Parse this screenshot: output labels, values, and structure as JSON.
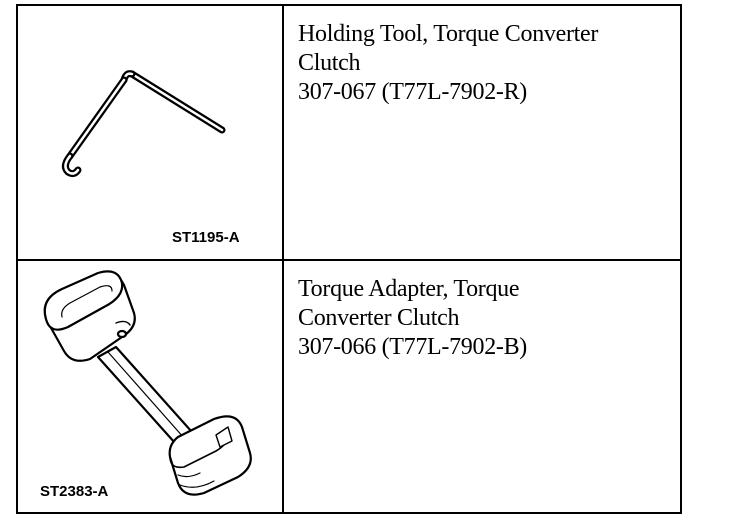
{
  "tools": [
    {
      "illustration_code": "ST1195-A",
      "illustration_icon": "l-shaped-hex-wrench-icon",
      "description_lines": [
        "Holding Tool, Torque Converter",
        "Clutch",
        "307-067 (T77L-7902-R)"
      ]
    },
    {
      "illustration_code": "ST2383-A",
      "illustration_icon": "torque-adapter-icon",
      "description_lines": [
        "Torque Adapter, Torque",
        "Converter Clutch",
        "307-066 (T77L-7902-B)"
      ]
    }
  ]
}
